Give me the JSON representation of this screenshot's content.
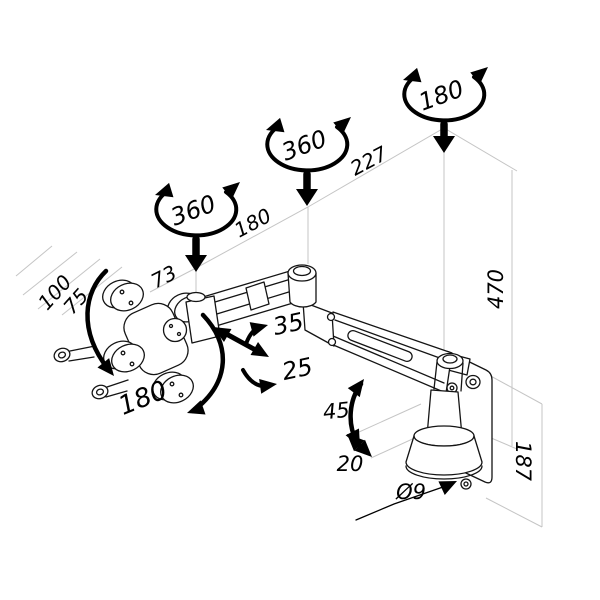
{
  "figure": {
    "rotation_labels": {
      "head_swivel": "360",
      "elbow_swivel": "360",
      "wall_swivel": "180",
      "pan": "180"
    },
    "dimensions": {
      "head_depth": "73",
      "arm_front_length": "180",
      "arm_rear_length": "227",
      "vesa_spacing_100": "100",
      "vesa_spacing_75": "75",
      "tilt_up": "35",
      "tilt_down": "25",
      "arm_swing": "45",
      "base_depth_adjust": "20",
      "height_overall": "470",
      "wall_plate_height": "187",
      "mount_hole_diameter": "Ø9"
    }
  },
  "colors": {
    "background": "#ffffff",
    "line": "#000000",
    "construction_line": "#c5c5c5"
  }
}
